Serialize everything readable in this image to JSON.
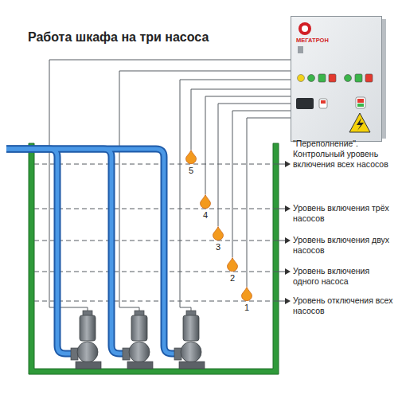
{
  "diagram": {
    "title": "Работа шкафа на три насоса",
    "nodes": [
      {
        "text": [
          "МЕГАТРОН"
        ]
      },
      {
        "text": [
          "5"
        ]
      },
      {
        "text": [
          "4"
        ]
      },
      {
        "text": [
          "3"
        ]
      },
      {
        "text": [
          "2"
        ]
      },
      {
        "text": [
          "1"
        ]
      }
    ],
    "edges": [
      {
        "from": 0,
        "to": 1,
        "arrow": "none"
      },
      {
        "from": 0,
        "to": 2,
        "arrow": "none"
      },
      {
        "from": 0,
        "to": 3,
        "arrow": "none"
      },
      {
        "from": 0,
        "to": 4,
        "arrow": "none"
      },
      {
        "from": 0,
        "to": 5,
        "arrow": "none"
      }
    ],
    "labels": [
      "\"Переполнение\". Контрольный уровень включения всех насосов",
      "Уровень включения трёх насосов",
      "Уровень включения двух насосов",
      "Уровень включения одного насоса",
      "Уровень отключения всех насосов"
    ]
  }
}
